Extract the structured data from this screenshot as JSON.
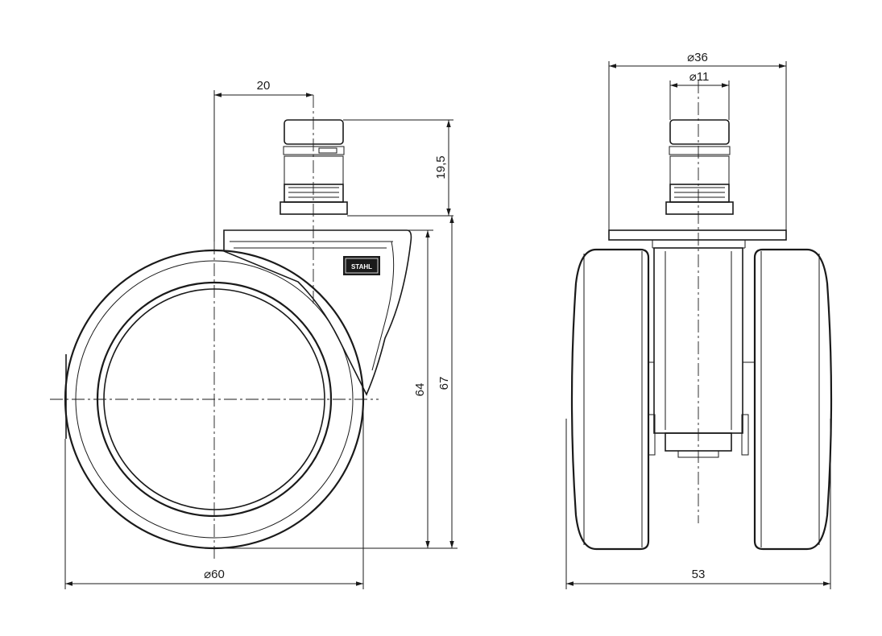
{
  "dimensions": {
    "side_offset": "20",
    "pin_height": "19,5",
    "wheel_height": "64",
    "total_height": "67",
    "wheel_diameter": "⌀60",
    "plate_diameter": "⌀36",
    "pin_diameter": "⌀11",
    "total_width": "53"
  },
  "logo": {
    "text": "STAHL"
  },
  "colors": {
    "stroke": "#1a1a1a",
    "background": "#ffffff"
  }
}
